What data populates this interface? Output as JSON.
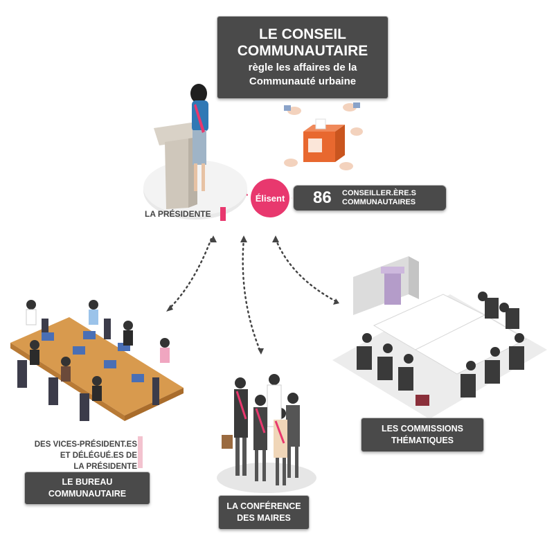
{
  "header": {
    "line1": "LE CONSEIL",
    "line2": "COMMUNAUTAIRE",
    "line3": "règle les affaires de la",
    "line4": "Communauté urbaine"
  },
  "election": {
    "verb": "Élisent",
    "count": "86",
    "count_label_line1": "CONSEILLER.ÈRE.S",
    "count_label_line2": "COMMUNAUTAIRES"
  },
  "president": {
    "label": "LA PRÉSIDENTE"
  },
  "bureau": {
    "description_line1": "DES VICES-PRÉSIDENT.ES",
    "description_line2": "ET DÉLÉGUÉ.ES DE",
    "description_line3": "LA PRÉSIDENTE",
    "label_line1": "LE BUREAU",
    "label_line2": "COMMUNAUTAIRE"
  },
  "maires": {
    "label_line1": "LA CONFÉRENCE",
    "label_line2": "DES MAIRES"
  },
  "commissions": {
    "label_line1": "LES COMMISSIONS",
    "label_line2": "THÉMATIQUES"
  },
  "colors": {
    "accent": "#e8386e",
    "box": "#4a4a4a",
    "ballot": "#e8682f"
  }
}
